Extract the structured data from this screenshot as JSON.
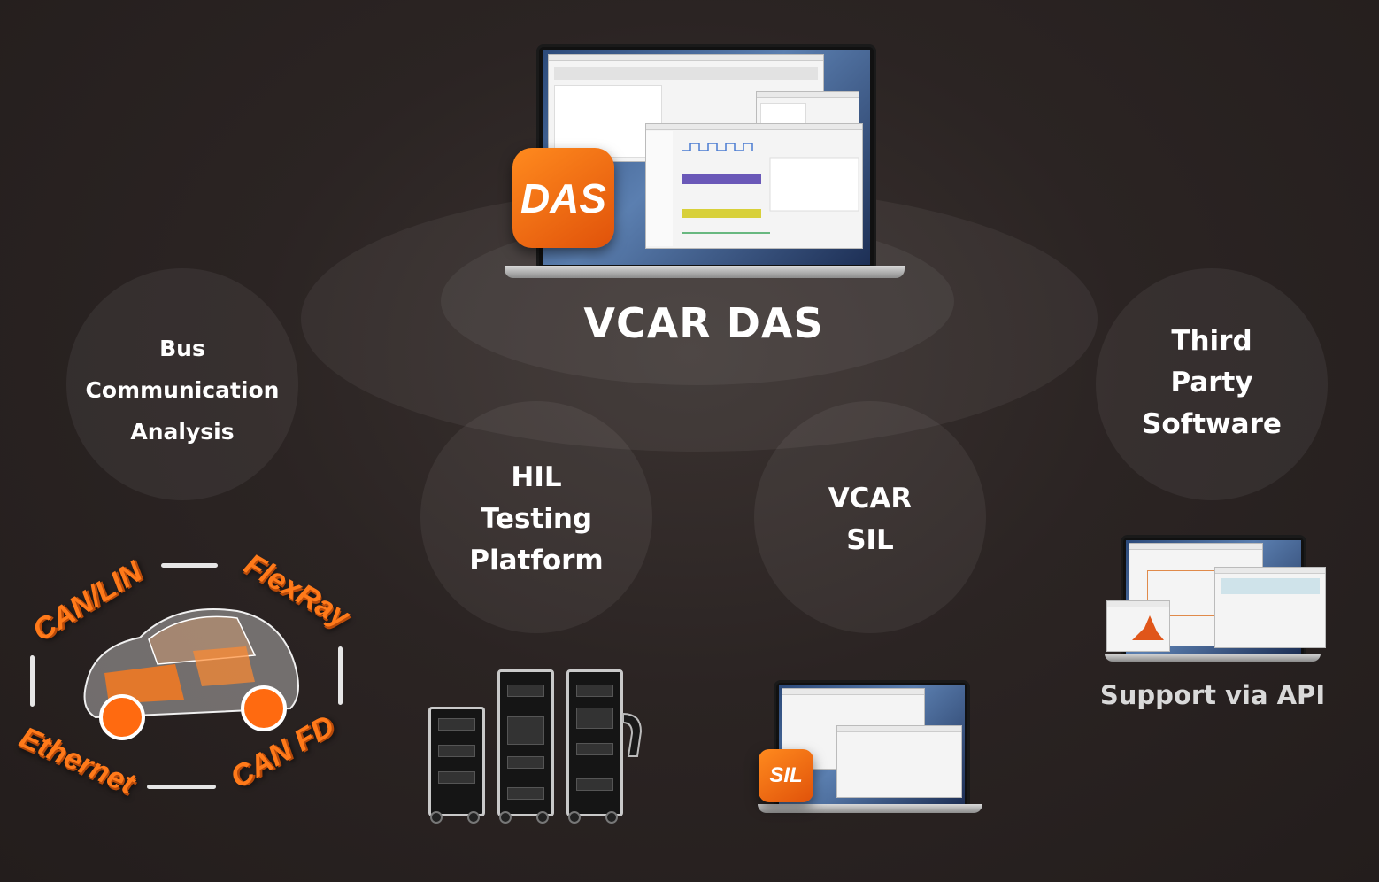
{
  "center": {
    "title": "VCAR DAS"
  },
  "nodes": {
    "bus": [
      "Bus",
      "Communication",
      "Analysis"
    ],
    "hil": [
      "HIL",
      "Testing",
      "Platform"
    ],
    "sil": [
      "VCAR",
      "SIL"
    ],
    "third_party": [
      "Third",
      "Party",
      "Software"
    ]
  },
  "api_note": "Support via API",
  "icons": {
    "das": "DAS",
    "sil": "SIL"
  },
  "bus_protocols": [
    "CAN/LIN",
    "FlexRay",
    "Ethernet",
    "CAN FD"
  ],
  "colors": {
    "accent": "#f26a12",
    "background": "#2b2423",
    "text": "#ffffff",
    "muted_text": "#d9d9d9"
  }
}
